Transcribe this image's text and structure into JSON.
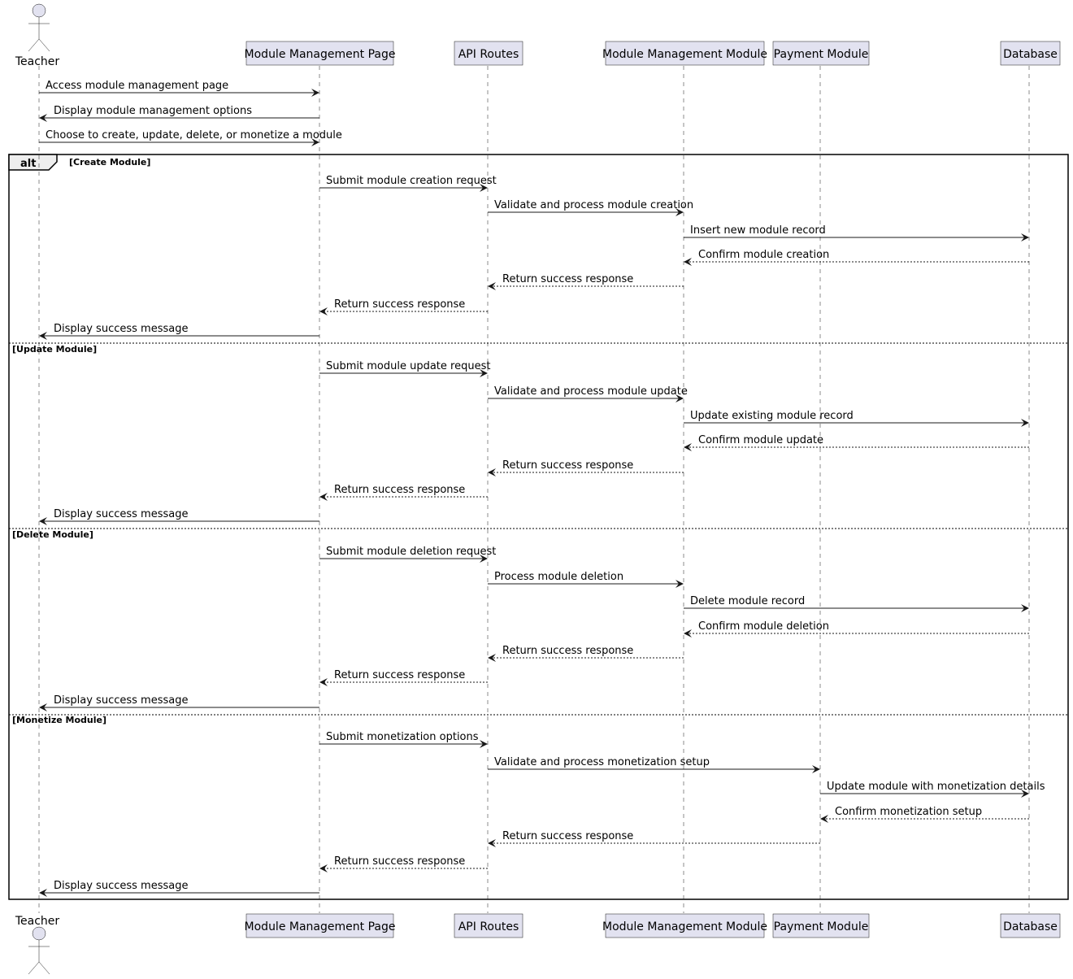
{
  "diagram": {
    "type": "sequence",
    "participants": [
      {
        "id": "teacher",
        "label": "Teacher",
        "kind": "actor"
      },
      {
        "id": "page",
        "label": "Module Management Page",
        "kind": "participant"
      },
      {
        "id": "api",
        "label": "API Routes",
        "kind": "participant"
      },
      {
        "id": "mmm",
        "label": "Module Management Module",
        "kind": "participant"
      },
      {
        "id": "pay",
        "label": "Payment Module",
        "kind": "participant"
      },
      {
        "id": "db",
        "label": "Database",
        "kind": "participant"
      }
    ],
    "messages": [
      {
        "from": "teacher",
        "to": "page",
        "label": "Access module management page",
        "style": "solid"
      },
      {
        "from": "page",
        "to": "teacher",
        "label": "Display module management options",
        "style": "solid"
      },
      {
        "from": "teacher",
        "to": "page",
        "label": "Choose to create, update, delete, or monetize a module",
        "style": "solid"
      },
      {
        "from": "page",
        "to": "api",
        "label": "Submit module creation request",
        "style": "solid"
      },
      {
        "from": "api",
        "to": "mmm",
        "label": "Validate and process module creation",
        "style": "solid"
      },
      {
        "from": "mmm",
        "to": "db",
        "label": "Insert new module record",
        "style": "solid"
      },
      {
        "from": "db",
        "to": "mmm",
        "label": "Confirm module creation",
        "style": "dashed"
      },
      {
        "from": "mmm",
        "to": "api",
        "label": "Return success response",
        "style": "dashed"
      },
      {
        "from": "api",
        "to": "page",
        "label": "Return success response",
        "style": "dashed"
      },
      {
        "from": "page",
        "to": "teacher",
        "label": "Display success message",
        "style": "solid"
      },
      {
        "from": "page",
        "to": "api",
        "label": "Submit module update request",
        "style": "solid"
      },
      {
        "from": "api",
        "to": "mmm",
        "label": "Validate and process module update",
        "style": "solid"
      },
      {
        "from": "mmm",
        "to": "db",
        "label": "Update existing module record",
        "style": "solid"
      },
      {
        "from": "db",
        "to": "mmm",
        "label": "Confirm module update",
        "style": "dashed"
      },
      {
        "from": "mmm",
        "to": "api",
        "label": "Return success response",
        "style": "dashed"
      },
      {
        "from": "api",
        "to": "page",
        "label": "Return success response",
        "style": "dashed"
      },
      {
        "from": "page",
        "to": "teacher",
        "label": "Display success message",
        "style": "solid"
      },
      {
        "from": "page",
        "to": "api",
        "label": "Submit module deletion request",
        "style": "solid"
      },
      {
        "from": "api",
        "to": "mmm",
        "label": "Process module deletion",
        "style": "solid"
      },
      {
        "from": "mmm",
        "to": "db",
        "label": "Delete module record",
        "style": "solid"
      },
      {
        "from": "db",
        "to": "mmm",
        "label": "Confirm module deletion",
        "style": "dashed"
      },
      {
        "from": "mmm",
        "to": "api",
        "label": "Return success response",
        "style": "dashed"
      },
      {
        "from": "api",
        "to": "page",
        "label": "Return success response",
        "style": "dashed"
      },
      {
        "from": "page",
        "to": "teacher",
        "label": "Display success message",
        "style": "solid"
      },
      {
        "from": "page",
        "to": "api",
        "label": "Submit monetization options",
        "style": "solid"
      },
      {
        "from": "api",
        "to": "pay",
        "label": "Validate and process monetization setup",
        "style": "solid"
      },
      {
        "from": "pay",
        "to": "db",
        "label": "Update module with monetization details",
        "style": "solid"
      },
      {
        "from": "db",
        "to": "pay",
        "label": "Confirm monetization setup",
        "style": "dashed"
      },
      {
        "from": "pay",
        "to": "api",
        "label": "Return success response",
        "style": "dashed"
      },
      {
        "from": "api",
        "to": "page",
        "label": "Return success response",
        "style": "dashed"
      },
      {
        "from": "page",
        "to": "teacher",
        "label": "Display success message",
        "style": "solid"
      }
    ],
    "fragment": {
      "keyword": "alt",
      "sections": [
        {
          "guard": "[Create Module]"
        },
        {
          "guard": "[Update Module]"
        },
        {
          "guard": "[Delete Module]"
        },
        {
          "guard": "[Monetize Module]"
        }
      ]
    }
  }
}
